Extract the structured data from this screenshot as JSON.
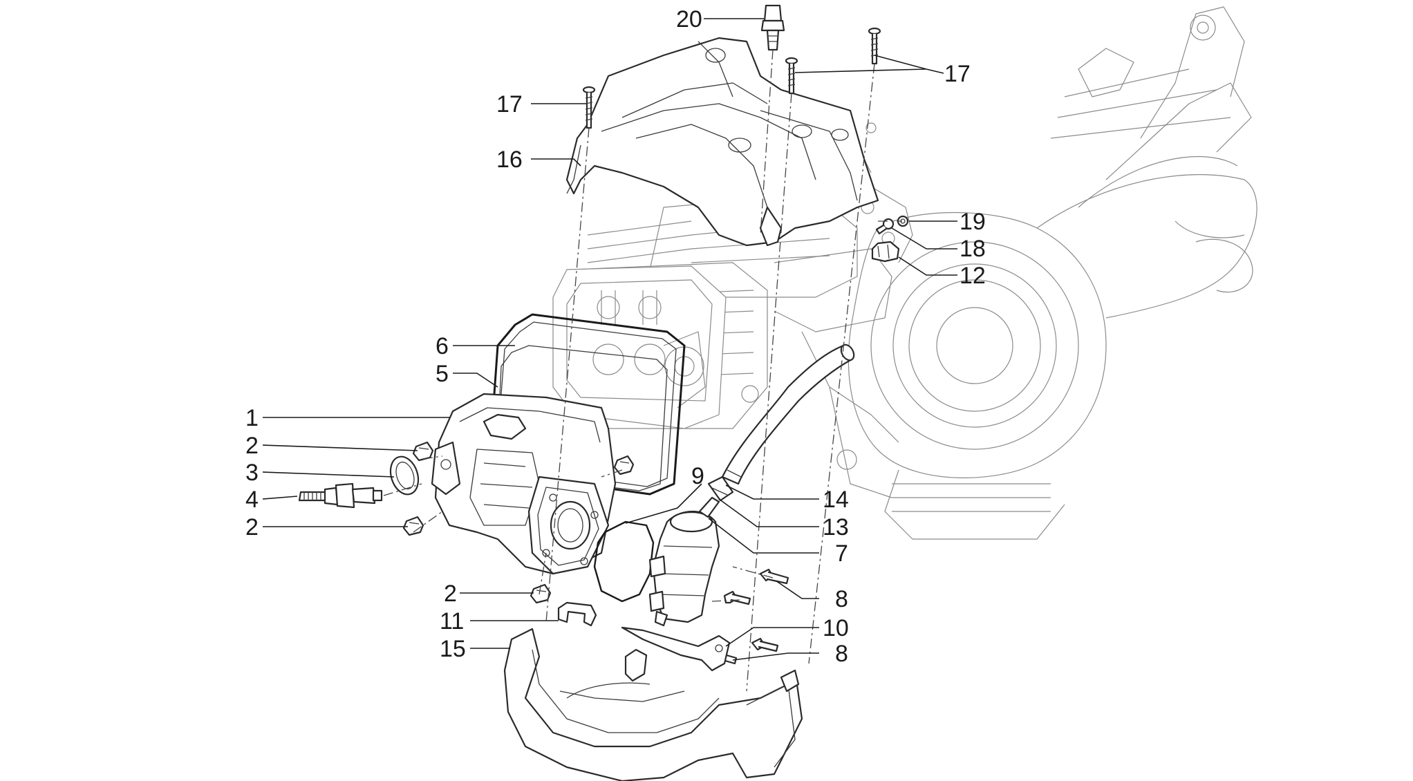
{
  "callouts": [
    {
      "id": "c20",
      "label": "20"
    },
    {
      "id": "c17a",
      "label": "17"
    },
    {
      "id": "c17b",
      "label": "17"
    },
    {
      "id": "c16",
      "label": "16"
    },
    {
      "id": "c19",
      "label": "19"
    },
    {
      "id": "c18",
      "label": "18"
    },
    {
      "id": "c12",
      "label": "12"
    },
    {
      "id": "c6",
      "label": "6"
    },
    {
      "id": "c5",
      "label": "5"
    },
    {
      "id": "c1",
      "label": "1"
    },
    {
      "id": "c2a",
      "label": "2"
    },
    {
      "id": "c3",
      "label": "3"
    },
    {
      "id": "c4",
      "label": "4"
    },
    {
      "id": "c2b",
      "label": "2"
    },
    {
      "id": "c9",
      "label": "9"
    },
    {
      "id": "c14",
      "label": "14"
    },
    {
      "id": "c13",
      "label": "13"
    },
    {
      "id": "c7",
      "label": "7"
    },
    {
      "id": "c2c",
      "label": "2"
    },
    {
      "id": "c8a",
      "label": "8"
    },
    {
      "id": "c11",
      "label": "11"
    },
    {
      "id": "c10",
      "label": "10"
    },
    {
      "id": "c15",
      "label": "15"
    },
    {
      "id": "c8b",
      "label": "8"
    }
  ]
}
